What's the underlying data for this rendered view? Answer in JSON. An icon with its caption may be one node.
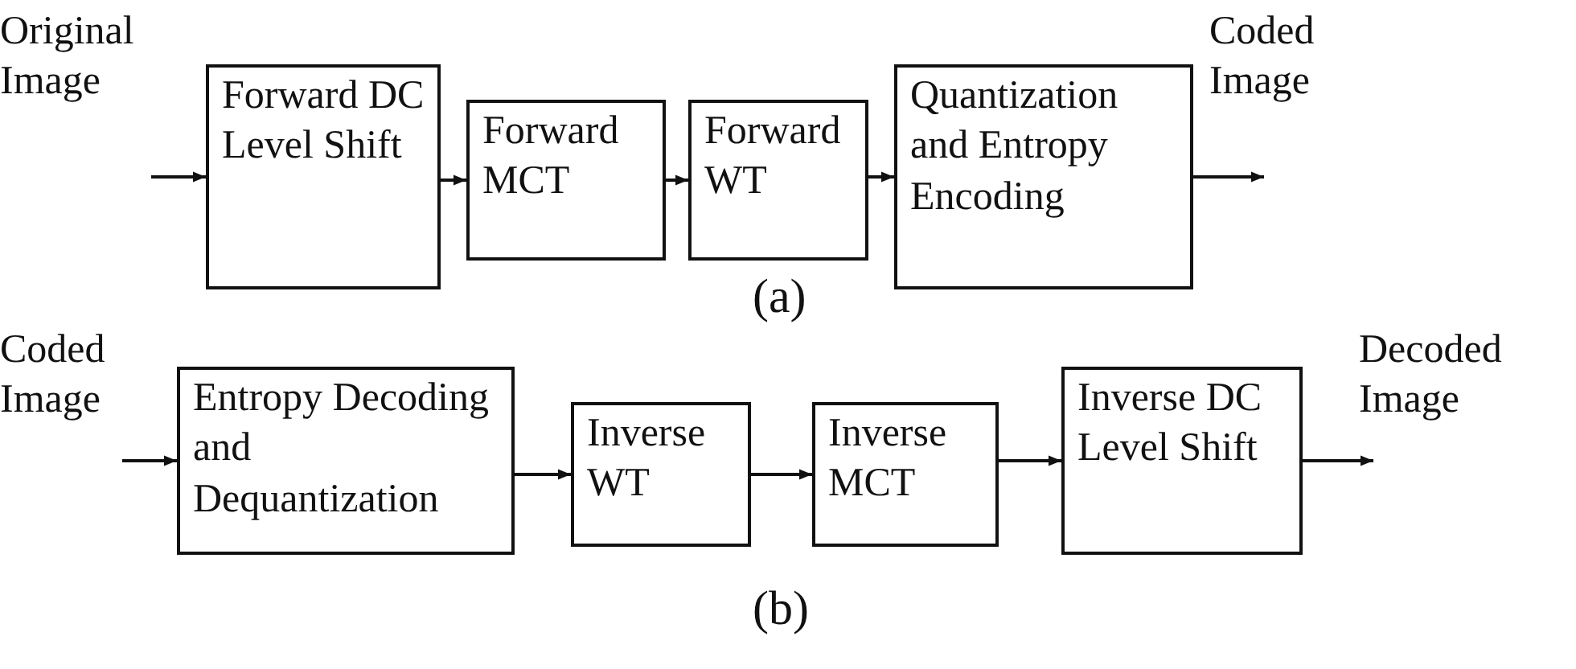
{
  "diagram": {
    "nodes": [
      {
        "text": [
          "Forward DC Level Shift"
        ]
      },
      {
        "text": [
          "Forward MCT"
        ]
      },
      {
        "text": [
          "Forward WT"
        ]
      },
      {
        "text": [
          "Quantization and Entropy Encoding"
        ]
      },
      {
        "text": [
          "Entropy Decoding and Dequantization"
        ]
      },
      {
        "text": [
          "Inverse WT"
        ]
      },
      {
        "text": [
          "Inverse MCT"
        ]
      },
      {
        "text": [
          "Inverse DC Level Shift"
        ]
      }
    ],
    "edges": [
      {
        "from": null,
        "to": 0,
        "arrow": "to"
      },
      {
        "from": 0,
        "to": 1,
        "arrow": "to"
      },
      {
        "from": 1,
        "to": 2,
        "arrow": "to"
      },
      {
        "from": 2,
        "to": 3,
        "arrow": "to"
      },
      {
        "from": 3,
        "to": null,
        "arrow": "to"
      },
      {
        "from": null,
        "to": 4,
        "arrow": "to"
      },
      {
        "from": 4,
        "to": 5,
        "arrow": "to"
      },
      {
        "from": 5,
        "to": 6,
        "arrow": "to"
      },
      {
        "from": 6,
        "to": 7,
        "arrow": "to"
      },
      {
        "from": 7,
        "to": null,
        "arrow": "to"
      }
    ],
    "labels": [
      "Original Image",
      "Coded Image",
      "(a)",
      "Coded Image",
      "Decoded Image",
      "(b)"
    ]
  }
}
